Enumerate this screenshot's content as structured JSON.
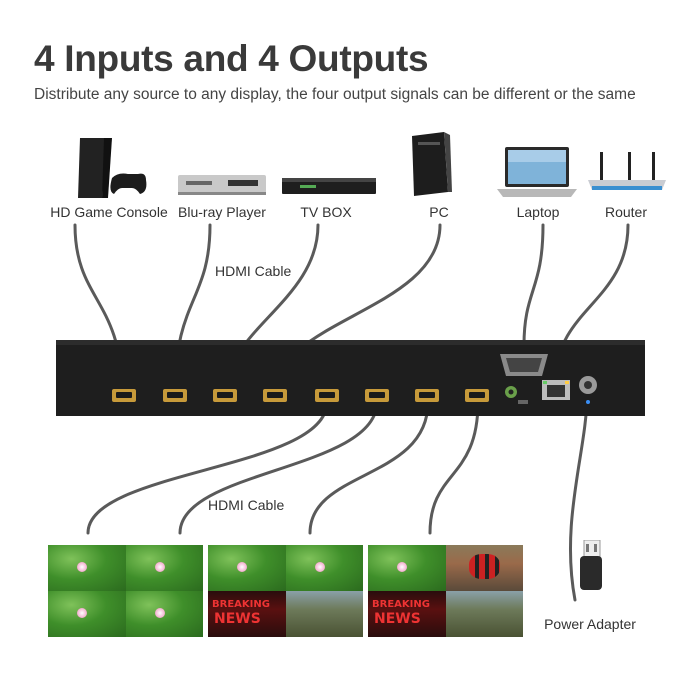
{
  "header": {
    "title": "4 Inputs and 4 Outputs",
    "subtitle": "Distribute any source to any display, the four output signals can be different or the same"
  },
  "inputs": [
    {
      "label": "HD Game Console",
      "icon": "game-console-icon"
    },
    {
      "label": "Blu-ray Player",
      "icon": "bluray-player-icon"
    },
    {
      "label": "TV BOX",
      "icon": "tv-box-icon"
    },
    {
      "label": "PC",
      "icon": "pc-tower-icon"
    }
  ],
  "control": [
    {
      "label": "Laptop",
      "icon": "laptop-icon"
    },
    {
      "label": "Router",
      "icon": "router-icon"
    }
  ],
  "cables": {
    "input_label": "HDMI Cable",
    "output_label": "HDMI Cable"
  },
  "power": {
    "label": "Power Adapter",
    "icon": "power-adapter-icon"
  },
  "screens": {
    "news_line1": "BREAKING",
    "news_line2": "NEWS"
  },
  "colors": {
    "title": "#3a3a3a",
    "device_body": "#1e1e1e",
    "port_gold": "#c79a3a",
    "cable": "#5a5a5a"
  }
}
